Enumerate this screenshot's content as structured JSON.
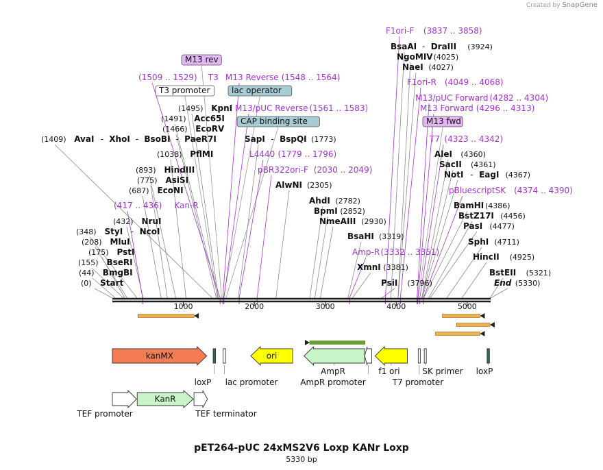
{
  "branding": {
    "created_by": "Created by",
    "brand": "SnapGene"
  },
  "plasmid": {
    "name": "pET264-pUC 24xMS2V6 Loxp KANr Loxp",
    "length_label": "5330 bp",
    "length": 5330
  },
  "colors": {
    "enzyme": "#000000",
    "primer": "#a531d6",
    "backbone": "#1a1a1a",
    "orf_arrow": "#f0b050"
  },
  "ticks": [
    "1000",
    "2000",
    "3000",
    "4000",
    "5000"
  ],
  "labels": [
    {
      "parts": [
        {
          "t": "(0)",
          "k": "n"
        },
        {
          "t": "Start",
          "k": "e"
        }
      ],
      "pos": 0
    },
    {
      "parts": [
        {
          "t": "(44)",
          "k": "n"
        },
        {
          "t": "BmgBI",
          "k": "e"
        }
      ],
      "pos": 44
    },
    {
      "parts": [
        {
          "t": "(155)",
          "k": "n"
        },
        {
          "t": "BseRI",
          "k": "e"
        }
      ],
      "pos": 155
    },
    {
      "parts": [
        {
          "t": "(175)",
          "k": "n"
        },
        {
          "t": "PstI",
          "k": "e"
        }
      ],
      "pos": 175
    },
    {
      "parts": [
        {
          "t": "(208)",
          "k": "n"
        },
        {
          "t": "MluI",
          "k": "e"
        }
      ],
      "pos": 208
    },
    {
      "parts": [
        {
          "t": "(348)",
          "k": "n"
        },
        {
          "t": "StyI",
          "k": "e"
        },
        {
          "t": "-",
          "k": "d"
        },
        {
          "t": "NcoI",
          "k": "e"
        }
      ],
      "pos": 348
    },
    {
      "parts": [
        {
          "t": "(432)",
          "k": "n"
        },
        {
          "t": "NruI",
          "k": "e"
        }
      ],
      "pos": 432
    },
    {
      "parts": [
        {
          "t": "(417 .. 436)",
          "k": "p"
        },
        {
          "t": "Kan-R",
          "k": "p"
        }
      ],
      "pos": 426
    },
    {
      "parts": [
        {
          "t": "(687)",
          "k": "n"
        },
        {
          "t": "EcoNI",
          "k": "e"
        }
      ],
      "pos": 687
    },
    {
      "parts": [
        {
          "t": "(775)",
          "k": "n"
        },
        {
          "t": "AsiSI",
          "k": "e"
        }
      ],
      "pos": 775
    },
    {
      "parts": [
        {
          "t": "(893)",
          "k": "n"
        },
        {
          "t": "HindIII",
          "k": "e"
        }
      ],
      "pos": 893
    },
    {
      "parts": [
        {
          "t": "(1038)",
          "k": "n"
        },
        {
          "t": "PflMI",
          "k": "e"
        }
      ],
      "pos": 1038
    },
    {
      "parts": [
        {
          "t": "(1409)",
          "k": "n"
        },
        {
          "t": "AvaI",
          "k": "e"
        },
        {
          "t": "-",
          "k": "d"
        },
        {
          "t": "XhoI",
          "k": "e"
        },
        {
          "t": "-",
          "k": "d"
        },
        {
          "t": "BsoBI",
          "k": "e"
        },
        {
          "t": "-",
          "k": "d"
        },
        {
          "t": "PaeR7I",
          "k": "e"
        }
      ],
      "pos": 1409
    },
    {
      "parts": [
        {
          "t": "(1466)",
          "k": "n"
        },
        {
          "t": "EcoRV",
          "k": "e"
        }
      ],
      "pos": 1466
    },
    {
      "parts": [
        {
          "t": "(1491)",
          "k": "n"
        },
        {
          "t": "Acc65I",
          "k": "e"
        }
      ],
      "pos": 1491
    },
    {
      "parts": [
        {
          "t": "(1495)",
          "k": "n"
        },
        {
          "t": "KpnI",
          "k": "e"
        }
      ],
      "pos": 1495
    },
    {
      "parts": [
        {
          "t": "T3 promoter",
          "k": "box",
          "fill": "#ffffff"
        }
      ],
      "pos": 1480
    },
    {
      "parts": [
        {
          "t": "(1509 .. 1529)",
          "k": "p"
        },
        {
          "t": "T3",
          "k": "p"
        }
      ],
      "pos": 1519
    },
    {
      "parts": [
        {
          "t": "M13 rev",
          "k": "box",
          "fill": "#e2b6f2"
        }
      ],
      "pos": 1540
    },
    {
      "parts": [
        {
          "t": "M13 Reverse",
          "k": "p"
        },
        {
          "t": "(1548 .. 1564)",
          "k": "p"
        }
      ],
      "pos": 1556
    },
    {
      "parts": [
        {
          "t": "lac operator",
          "k": "box",
          "fill": "#a8ccd4"
        }
      ],
      "pos": 1565
    },
    {
      "parts": [
        {
          "t": "M13/pUC Reverse",
          "k": "p"
        },
        {
          "t": "(1561 .. 1583)",
          "k": "p"
        }
      ],
      "pos": 1572
    },
    {
      "parts": [
        {
          "t": "CAP binding site",
          "k": "box",
          "fill": "#a8ccd4"
        }
      ],
      "pos": 1600
    },
    {
      "parts": [
        {
          "t": "SapI",
          "k": "e"
        },
        {
          "t": "-",
          "k": "d"
        },
        {
          "t": "BspQI",
          "k": "e"
        },
        {
          "t": "(1773)",
          "k": "n"
        }
      ],
      "pos": 1773
    },
    {
      "parts": [
        {
          "t": "L4440",
          "k": "p"
        },
        {
          "t": "(1779 .. 1796)",
          "k": "p"
        }
      ],
      "pos": 1787
    },
    {
      "parts": [
        {
          "t": "pBR322ori-F",
          "k": "p"
        },
        {
          "t": "(2030 .. 2049)",
          "k": "p"
        }
      ],
      "pos": 2039
    },
    {
      "parts": [
        {
          "t": "AlwNI",
          "k": "e"
        },
        {
          "t": "(2305)",
          "k": "n"
        }
      ],
      "pos": 2305
    },
    {
      "parts": [
        {
          "t": "AhdI",
          "k": "e"
        },
        {
          "t": "(2782)",
          "k": "n"
        }
      ],
      "pos": 2782
    },
    {
      "parts": [
        {
          "t": "BpmI",
          "k": "e"
        },
        {
          "t": "(2852)",
          "k": "n"
        }
      ],
      "pos": 2852
    },
    {
      "parts": [
        {
          "t": "NmeAIII",
          "k": "e"
        },
        {
          "t": "(2930)",
          "k": "n"
        }
      ],
      "pos": 2930
    },
    {
      "parts": [
        {
          "t": "BsaHI",
          "k": "e"
        },
        {
          "t": "(3319)",
          "k": "n"
        }
      ],
      "pos": 3319
    },
    {
      "parts": [
        {
          "t": "Amp-R",
          "k": "p"
        },
        {
          "t": "(3332 .. 3351)",
          "k": "p"
        }
      ],
      "pos": 3341
    },
    {
      "parts": [
        {
          "t": "XmnI",
          "k": "e"
        },
        {
          "t": "(3381)",
          "k": "n"
        }
      ],
      "pos": 3381
    },
    {
      "parts": [
        {
          "t": "PsiI",
          "k": "e"
        },
        {
          "t": "(3796)",
          "k": "n"
        }
      ],
      "pos": 3796
    },
    {
      "parts": [
        {
          "t": "F1ori-F",
          "k": "p"
        },
        {
          "t": "(3837 .. 3858)",
          "k": "p"
        }
      ],
      "pos": 3847
    },
    {
      "parts": [
        {
          "t": "BsaAI",
          "k": "e"
        },
        {
          "t": "-",
          "k": "d"
        },
        {
          "t": "DraIII",
          "k": "e"
        },
        {
          "t": "(3924)",
          "k": "n"
        }
      ],
      "pos": 3924
    },
    {
      "parts": [
        {
          "t": "NgoMIV",
          "k": "e"
        },
        {
          "t": "(4025)",
          "k": "n"
        }
      ],
      "pos": 4025
    },
    {
      "parts": [
        {
          "t": "NaeI",
          "k": "e"
        },
        {
          "t": "(4027)",
          "k": "n"
        }
      ],
      "pos": 4027
    },
    {
      "parts": [
        {
          "t": "F1ori-R",
          "k": "p"
        },
        {
          "t": "(4049 .. 4068)",
          "k": "p"
        }
      ],
      "pos": 4058
    },
    {
      "parts": [
        {
          "t": "M13/pUC Forward",
          "k": "p"
        },
        {
          "t": "(4282 .. 4304)",
          "k": "p"
        }
      ],
      "pos": 4293
    },
    {
      "parts": [
        {
          "t": "M13 Forward",
          "k": "p"
        },
        {
          "t": "(4296 .. 4313)",
          "k": "p"
        }
      ],
      "pos": 4304
    },
    {
      "parts": [
        {
          "t": "M13 fwd",
          "k": "box",
          "fill": "#e2b6f2"
        }
      ],
      "pos": 4310
    },
    {
      "parts": [
        {
          "t": "T7",
          "k": "p"
        },
        {
          "t": "(4323 .. 4342)",
          "k": "p"
        }
      ],
      "pos": 4332
    },
    {
      "parts": [
        {
          "t": "AleI",
          "k": "e"
        },
        {
          "t": "(4360)",
          "k": "n"
        }
      ],
      "pos": 4360
    },
    {
      "parts": [
        {
          "t": "SacII",
          "k": "e"
        },
        {
          "t": "(4361)",
          "k": "n"
        }
      ],
      "pos": 4361
    },
    {
      "parts": [
        {
          "t": "NotI",
          "k": "e"
        },
        {
          "t": "-",
          "k": "d"
        },
        {
          "t": "EagI",
          "k": "e"
        },
        {
          "t": "(4367)",
          "k": "n"
        }
      ],
      "pos": 4367
    },
    {
      "parts": [
        {
          "t": "pBluescriptSK",
          "k": "p"
        },
        {
          "t": "(4374 .. 4390)",
          "k": "p"
        }
      ],
      "pos": 4382
    },
    {
      "parts": [
        {
          "t": "BamHI",
          "k": "e"
        },
        {
          "t": "(4386)",
          "k": "n"
        }
      ],
      "pos": 4386
    },
    {
      "parts": [
        {
          "t": "BstZ17I",
          "k": "e"
        },
        {
          "t": "(4456)",
          "k": "n"
        }
      ],
      "pos": 4456
    },
    {
      "parts": [
        {
          "t": "PasI",
          "k": "e"
        },
        {
          "t": "(4477)",
          "k": "n"
        }
      ],
      "pos": 4477
    },
    {
      "parts": [
        {
          "t": "SphI",
          "k": "e"
        },
        {
          "t": "(4711)",
          "k": "n"
        }
      ],
      "pos": 4711
    },
    {
      "parts": [
        {
          "t": "HincII",
          "k": "e"
        },
        {
          "t": "(4925)",
          "k": "n"
        }
      ],
      "pos": 4925
    },
    {
      "parts": [
        {
          "t": "BstEII",
          "k": "e"
        },
        {
          "t": "(5321)",
          "k": "n"
        }
      ],
      "pos": 5321
    },
    {
      "parts": [
        {
          "t": "End",
          "k": "e",
          "it": true
        },
        {
          "t": "(5330)",
          "k": "n"
        }
      ],
      "pos": 5330
    }
  ],
  "orfs": [
    {
      "start": 360,
      "end": 1150,
      "dir": "fwd"
    },
    {
      "start": 2780,
      "end": 3560,
      "dir": "rev"
    },
    {
      "start": 4650,
      "end": 5180,
      "dir": "fwd"
    },
    {
      "start": 4850,
      "end": 5320,
      "dir": "fwd"
    },
    {
      "start": 4550,
      "end": 5180,
      "dir": "fwd"
    }
  ],
  "features": [
    {
      "name": "kanMX",
      "start": 0,
      "end": 1330,
      "dir": "fwd",
      "color": "#f47c52",
      "label_inside": true
    },
    {
      "name": "loxP",
      "start": 1420,
      "end": 1454,
      "dir": "fwd",
      "color": "#2e6b6b",
      "label": "loxP"
    },
    {
      "name": "lac promoter",
      "start": 1560,
      "end": 1595,
      "dir": "fwd",
      "color": "#ffffff",
      "label": "lac promoter"
    },
    {
      "name": "ori",
      "start": 1950,
      "end": 2540,
      "dir": "rev",
      "color": "#ffff00",
      "label_inside": true
    },
    {
      "name": "AmpR",
      "start": 2700,
      "end": 3555,
      "dir": "rev",
      "color": "#c8f4c8",
      "label": "AmpR"
    },
    {
      "name": "AmpR promoter",
      "start": 3555,
      "end": 3655,
      "dir": "rev",
      "color": "#ffffff",
      "label": "AmpR promoter"
    },
    {
      "name": "f1 ori",
      "start": 3700,
      "end": 4156,
      "dir": "rev",
      "color": "#ffff00",
      "label": "f1 ori"
    },
    {
      "name": "T7 promoter",
      "start": 4310,
      "end": 4330,
      "dir": "rev",
      "color": "#ffffff",
      "label": "T7 promoter"
    },
    {
      "name": "SK primer",
      "start": 4395,
      "end": 4420,
      "dir": "rev",
      "color": "#ffffff",
      "label": "SK primer"
    },
    {
      "name": "loxP2",
      "start": 5280,
      "end": 5314,
      "dir": "fwd",
      "color": "#2e6b6b",
      "label": "loxP"
    }
  ],
  "insert_row": [
    {
      "name": "TEF promoter",
      "start": 0,
      "end": 340,
      "dir": "fwd",
      "color": "#ffffff",
      "label": "TEF promoter"
    },
    {
      "name": "KanR",
      "start": 350,
      "end": 1140,
      "dir": "fwd",
      "color": "#c8f4c8",
      "label_inside": true
    },
    {
      "name": "TEF terminator",
      "start": 1150,
      "end": 1340,
      "dir": "fwd",
      "color": "#ffffff",
      "label": "TEF terminator"
    }
  ]
}
